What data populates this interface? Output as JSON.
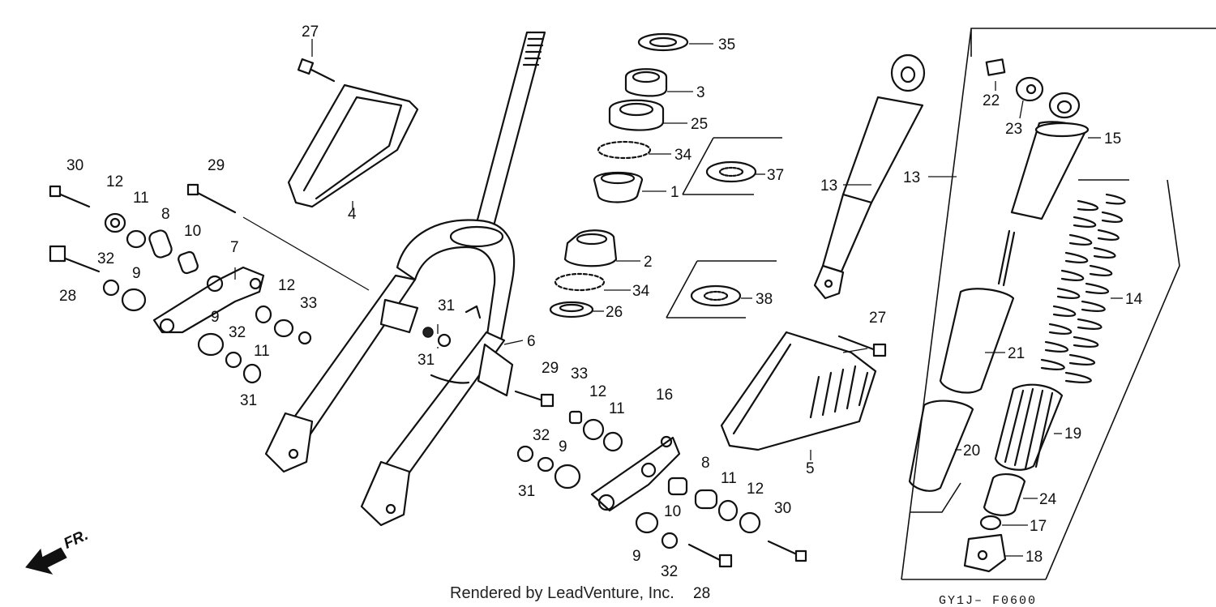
{
  "callouts": [
    "27",
    "35",
    "3",
    "25",
    "34",
    "37",
    "1",
    "13",
    "13",
    "22",
    "23",
    "15",
    "30",
    "12",
    "11",
    "8",
    "10",
    "29",
    "4",
    "7",
    "28",
    "32",
    "9",
    "12",
    "33",
    "9",
    "32",
    "11",
    "31",
    "31",
    "31",
    "2",
    "34",
    "38",
    "26",
    "6",
    "14",
    "27",
    "21",
    "29",
    "33",
    "12",
    "11",
    "16",
    "32",
    "9",
    "31",
    "8",
    "10",
    "11",
    "12",
    "30",
    "9",
    "32",
    "28",
    "5",
    "20",
    "19",
    "24",
    "17",
    "18"
  ],
  "footer": {
    "credit": "Rendered by LeadVenture, Inc.",
    "diagram_code": "GY1J– F0600"
  },
  "direction_label": "FR."
}
